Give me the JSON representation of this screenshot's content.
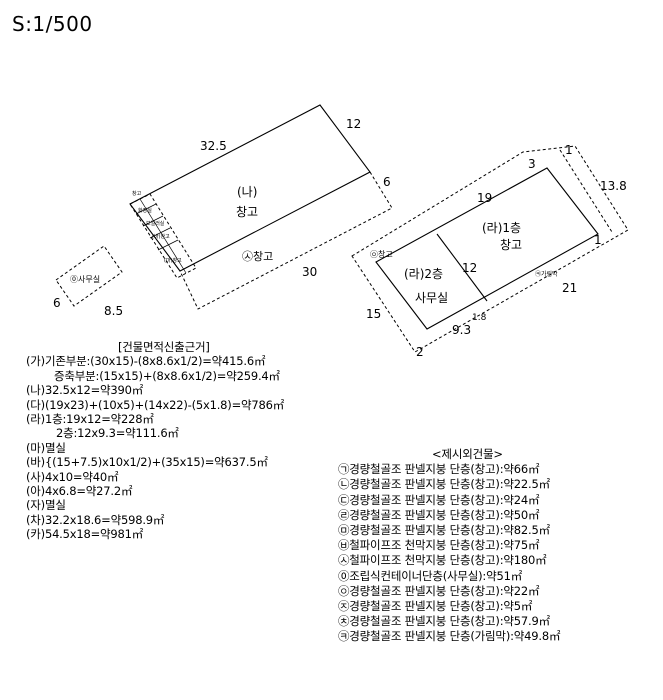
{
  "scale": "S:1/500",
  "plan": {
    "a_label": "(나)",
    "a_name": "창고",
    "a_dim_top": "32.5",
    "a_dim_right": "12",
    "a_dim_ext": "6",
    "a_dim_bottom": "30",
    "s_label": "㉦창고",
    "small_labels": [
      "창고",
      "화장실",
      "보일러실",
      "(바)창고",
      "(마)창고"
    ],
    "office_label": "⓪사무실",
    "office_dim_a": "6",
    "office_dim_b": "8.5",
    "r1_label": "(라)1층",
    "r1_name": "창고",
    "r2_label": "(라)2층",
    "r2_name": "사무실",
    "r_dim_19": "19",
    "r_dim_3": "3",
    "r_dim_1a": "1",
    "r_dim_138": "13.8",
    "r_dim_12": "12",
    "r_dim_1b": "1",
    "r_dim_21": "21",
    "r_dim_15": "15",
    "r_dim_2": "2",
    "r_dim_93": "9.3",
    "r_dim_18": "1.8",
    "r_left_label": "㉧창고",
    "r_bottom_label": "㉪가림막"
  },
  "area_title": "[건물면적신출근거]",
  "area_rows": [
    {
      "text": "(가)기존부분:(30x15)-(8x8.6x1/2)=약415.6㎡",
      "style": ""
    },
    {
      "text": "증축부분:(15x15)+(8x8.6x1/2)=약259.4㎡",
      "style": "ind"
    },
    {
      "text": "(나)32.5x12=약390㎡",
      "style": ""
    },
    {
      "text": "(다)(19x23)+(10x5)+(14x22)-(5x1.8)=약786㎡",
      "style": ""
    },
    {
      "text": "(라)1층:19x12=약228㎡",
      "style": ""
    },
    {
      "text": "2층:12x9.3=약111.6㎡",
      "style": "ind2"
    },
    {
      "text": "(마)멸실",
      "style": ""
    },
    {
      "text": "(바){(15+7.5)x10x1/2)+(35x15)=약637.5㎡",
      "style": ""
    },
    {
      "text": "(사)4x10=약40㎡",
      "style": ""
    },
    {
      "text": "(아)4x6.8=약27.2㎡",
      "style": ""
    },
    {
      "text": "(자)멸실",
      "style": ""
    },
    {
      "text": "(차)32.2x18.6=약598.9㎡",
      "style": ""
    },
    {
      "text": "(카)54.5x18=약981㎡",
      "style": ""
    }
  ],
  "extra_title": "<제시외건물>",
  "extra_rows": [
    {
      "text": "㉠경량철골조 판넬지붕 단층(창고):약66㎡"
    },
    {
      "text": "㉡경량철골조 판넬지붕 단층(창고):약22.5㎡"
    },
    {
      "text": "㉢경량철골조 판넬지붕 단층(창고):약24㎡"
    },
    {
      "text": "㉣경량철골조 판넬지붕 단층(창고):약50㎡"
    },
    {
      "text": "㉤경량철골조 판넬지붕 단층(창고):약82.5㎡"
    },
    {
      "text": "㉥철파이프조 천막지붕 단층(창고):약75㎡"
    },
    {
      "text": "㉦철파이프조 천막지붕 단층(창고):약180㎡"
    },
    {
      "text": "⓪조립식컨테이너단층(사무실):약51㎡"
    },
    {
      "text": "㉧경량철골조 판넬지붕 단층(창고):약22㎡"
    },
    {
      "text": "㉨경량철골조 판넬지붕 단층(창고):약5㎡"
    },
    {
      "text": "㉩경량철골조 판넬지붕 단층(창고):약57.9㎡"
    },
    {
      "text": "㉪경량철골조 판넬지붕 단층(가림막):약49.8㎡"
    }
  ]
}
